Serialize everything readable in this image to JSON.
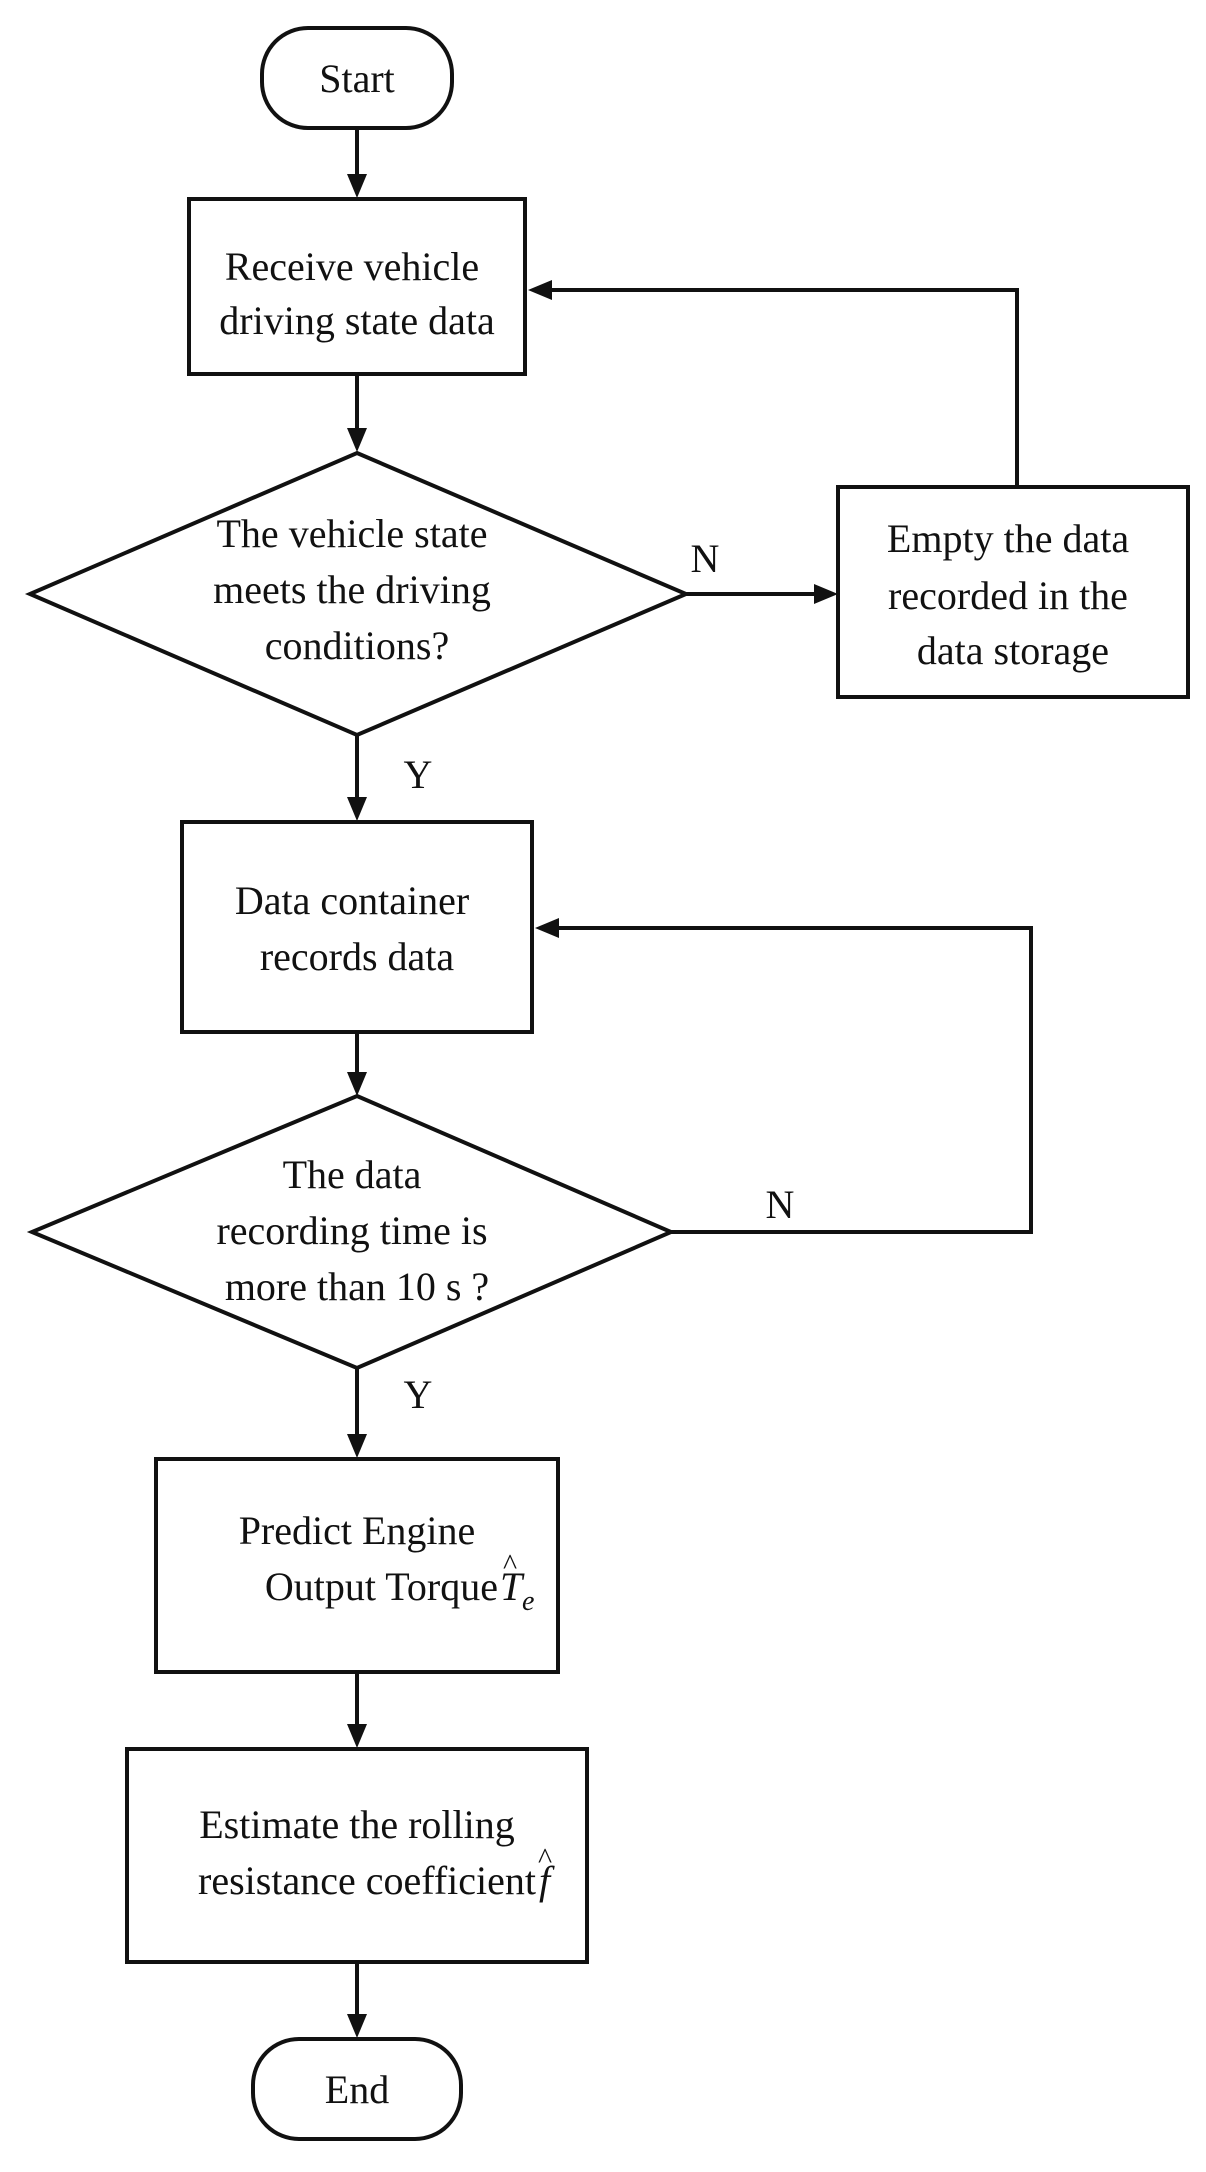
{
  "nodes": {
    "start": {
      "label": "Start"
    },
    "receive": {
      "lines": [
        "Receive vehicle",
        "driving state data"
      ]
    },
    "meets_conditions": {
      "lines": [
        "The vehicle state",
        "meets the driving",
        "conditions?"
      ]
    },
    "empty_data": {
      "lines": [
        "Empty the data",
        "recorded in the",
        "data storage"
      ]
    },
    "records_data": {
      "lines": [
        "Data container",
        "records data"
      ]
    },
    "time_check": {
      "lines": [
        "The data",
        "recording time is",
        "more than 10 s ?"
      ]
    },
    "predict": {
      "line1": "Predict Engine",
      "line2": "Output Torque",
      "symbol": "T",
      "symbol_hat": "^",
      "symbol_sub": "e"
    },
    "estimate": {
      "line1": "Estimate the rolling",
      "line2": "resistance coefficient ",
      "symbol": "f",
      "symbol_hat": "^"
    },
    "end": {
      "label": "End"
    }
  },
  "edges": {
    "meets_no": "N",
    "meets_yes": "Y",
    "time_no": "N",
    "time_yes": "Y"
  }
}
